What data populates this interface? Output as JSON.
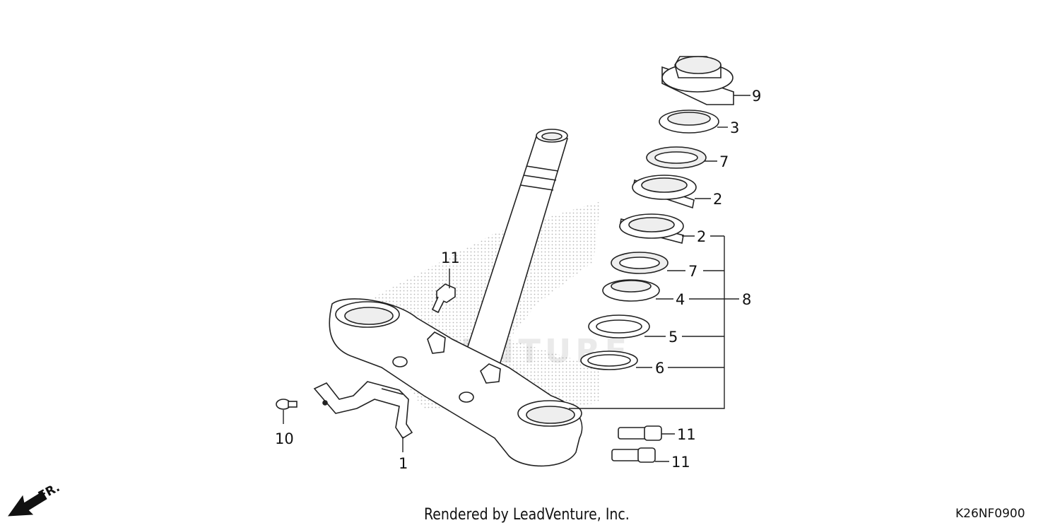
{
  "diagram": {
    "callouts": {
      "part_9": "9",
      "part_3": "3",
      "part_7_upper": "7",
      "part_2_upper": "2",
      "part_2_lower": "2",
      "part_7_lower": "7",
      "part_4": "4",
      "part_8": "8",
      "part_5": "5",
      "part_6": "6",
      "part_11_top": "11",
      "part_11_mid": "11",
      "part_11_bottom": "11",
      "part_10": "10",
      "part_1": "1"
    },
    "direction_label": "FR.",
    "watermark_text": "VENTURE"
  },
  "footer": {
    "credit": "Rendered by LeadVenture, Inc.",
    "drawing_code": "K26NF0900"
  }
}
